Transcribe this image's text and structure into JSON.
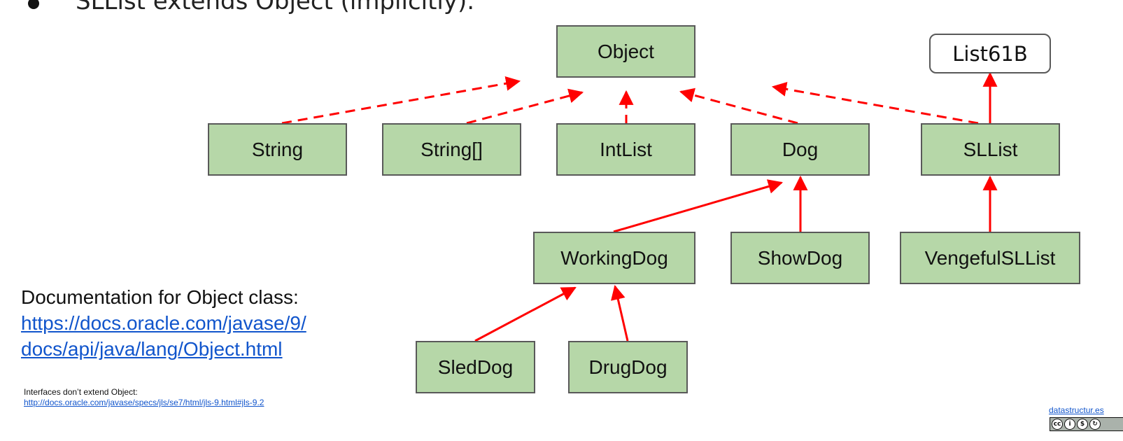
{
  "bullet": {
    "text": "SLList extends Object (implicitly)."
  },
  "diagram": {
    "classes": {
      "object": "Object",
      "string": "String",
      "string_array": "String[]",
      "intlist": "IntList",
      "dog": "Dog",
      "sllist": "SLList",
      "workingdog": "WorkingDog",
      "showdog": "ShowDog",
      "vengefulsllist": "VengefulSLList",
      "sleddog": "SledDog",
      "drugdog": "DrugDog"
    },
    "interface": {
      "list61b": "List61B"
    },
    "colors": {
      "box_fill": "#b6d7a8",
      "box_border": "#595959",
      "arrow": "#ff0000"
    }
  },
  "documentation": {
    "label": "Documentation for Object class:",
    "link_line1": "https://docs.oracle.com/javase/9/",
    "link_line2": "docs/api/java/lang/Object.html"
  },
  "note": {
    "text": "Interfaces don’t extend Object:",
    "link": "http://docs.oracle.com/javase/specs/jls/se7/html/jls-9.html#jls-9.2"
  },
  "footer": {
    "site_link": "datastructur.es",
    "license_icons": [
      "cc-icon",
      "by-icon",
      "nc-icon",
      "sa-icon"
    ]
  }
}
